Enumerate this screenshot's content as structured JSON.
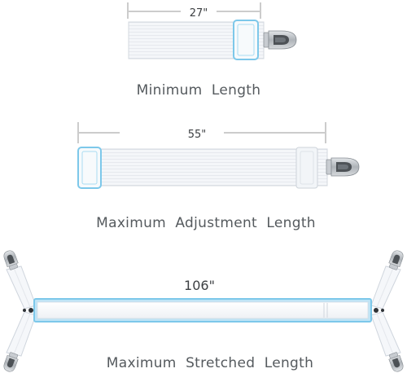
{
  "panels": [
    {
      "length_label": "27\"",
      "caption": "Minimum  Length"
    },
    {
      "length_label": "55\"",
      "caption": "Maximum  Adjustment  Length"
    },
    {
      "length_label": "106\"",
      "caption": "Maximum  Stretched  Length"
    }
  ],
  "colors": {
    "strap_fill": "#f4f6f9",
    "strap_rib": "#e4e7ec",
    "strap_edge": "#cfd5dd",
    "buckle_highlight": "#7dc8ea",
    "clip_metal": "#9aa0a6",
    "clip_metal_light": "#d4d8dc",
    "clip_dark": "#2e3236",
    "dimension_line": "#9a9a9a",
    "caption_text": "#555a5e"
  },
  "icons": [
    "suspender-clip-icon",
    "slider-buckle-icon",
    "y-junction-icon"
  ]
}
